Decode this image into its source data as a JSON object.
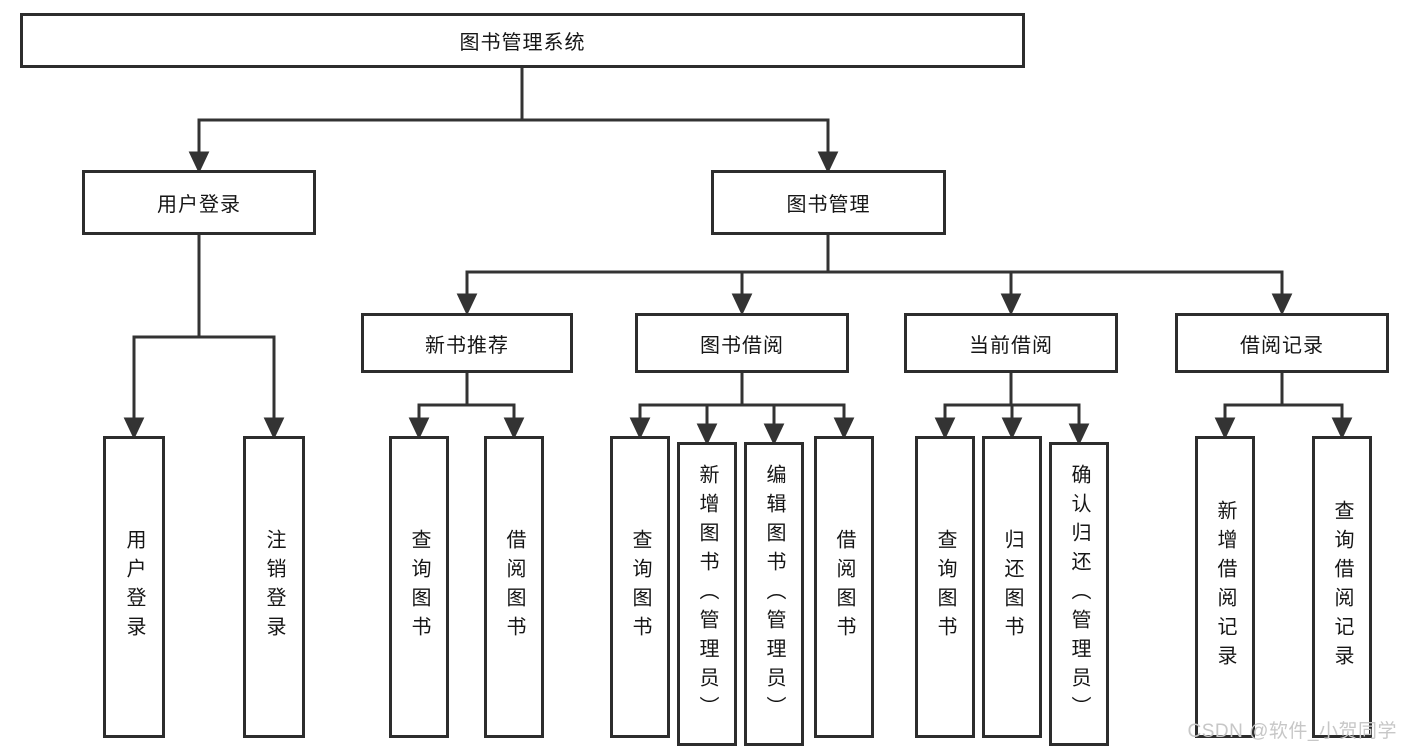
{
  "nodes": {
    "root": "图书管理系统",
    "user_login": "用户登录",
    "book_mgmt": "图书管理",
    "new_book_rec": "新书推荐",
    "book_borrow": "图书借阅",
    "current_borrow": "当前借阅",
    "borrow_records": "借阅记录",
    "leaf_user_login": "用户登录",
    "leaf_logout": "注销登录",
    "leaf_query_book_rec": "查询图书",
    "leaf_borrow_book_rec": "借阅图书",
    "leaf_query_book_borrow": "查询图书",
    "leaf_add_book_admin": "新增图书（管理员）",
    "leaf_edit_book_admin": "编辑图书（管理员）",
    "leaf_borrow_book_borrow": "借阅图书",
    "leaf_query_book_current": "查询图书",
    "leaf_return_book": "归还图书",
    "leaf_confirm_return_admin": "确认归还（管理员）",
    "leaf_add_borrow_record": "新增借阅记录",
    "leaf_query_borrow_record": "查询借阅记录"
  },
  "watermark": "CSDN @软件_小贺同学",
  "colors": {
    "line": "#333333",
    "box_border": "#2d2d2d",
    "box_fill": "#ffffff",
    "text": "#161616",
    "watermark": "#c7c7c7"
  }
}
